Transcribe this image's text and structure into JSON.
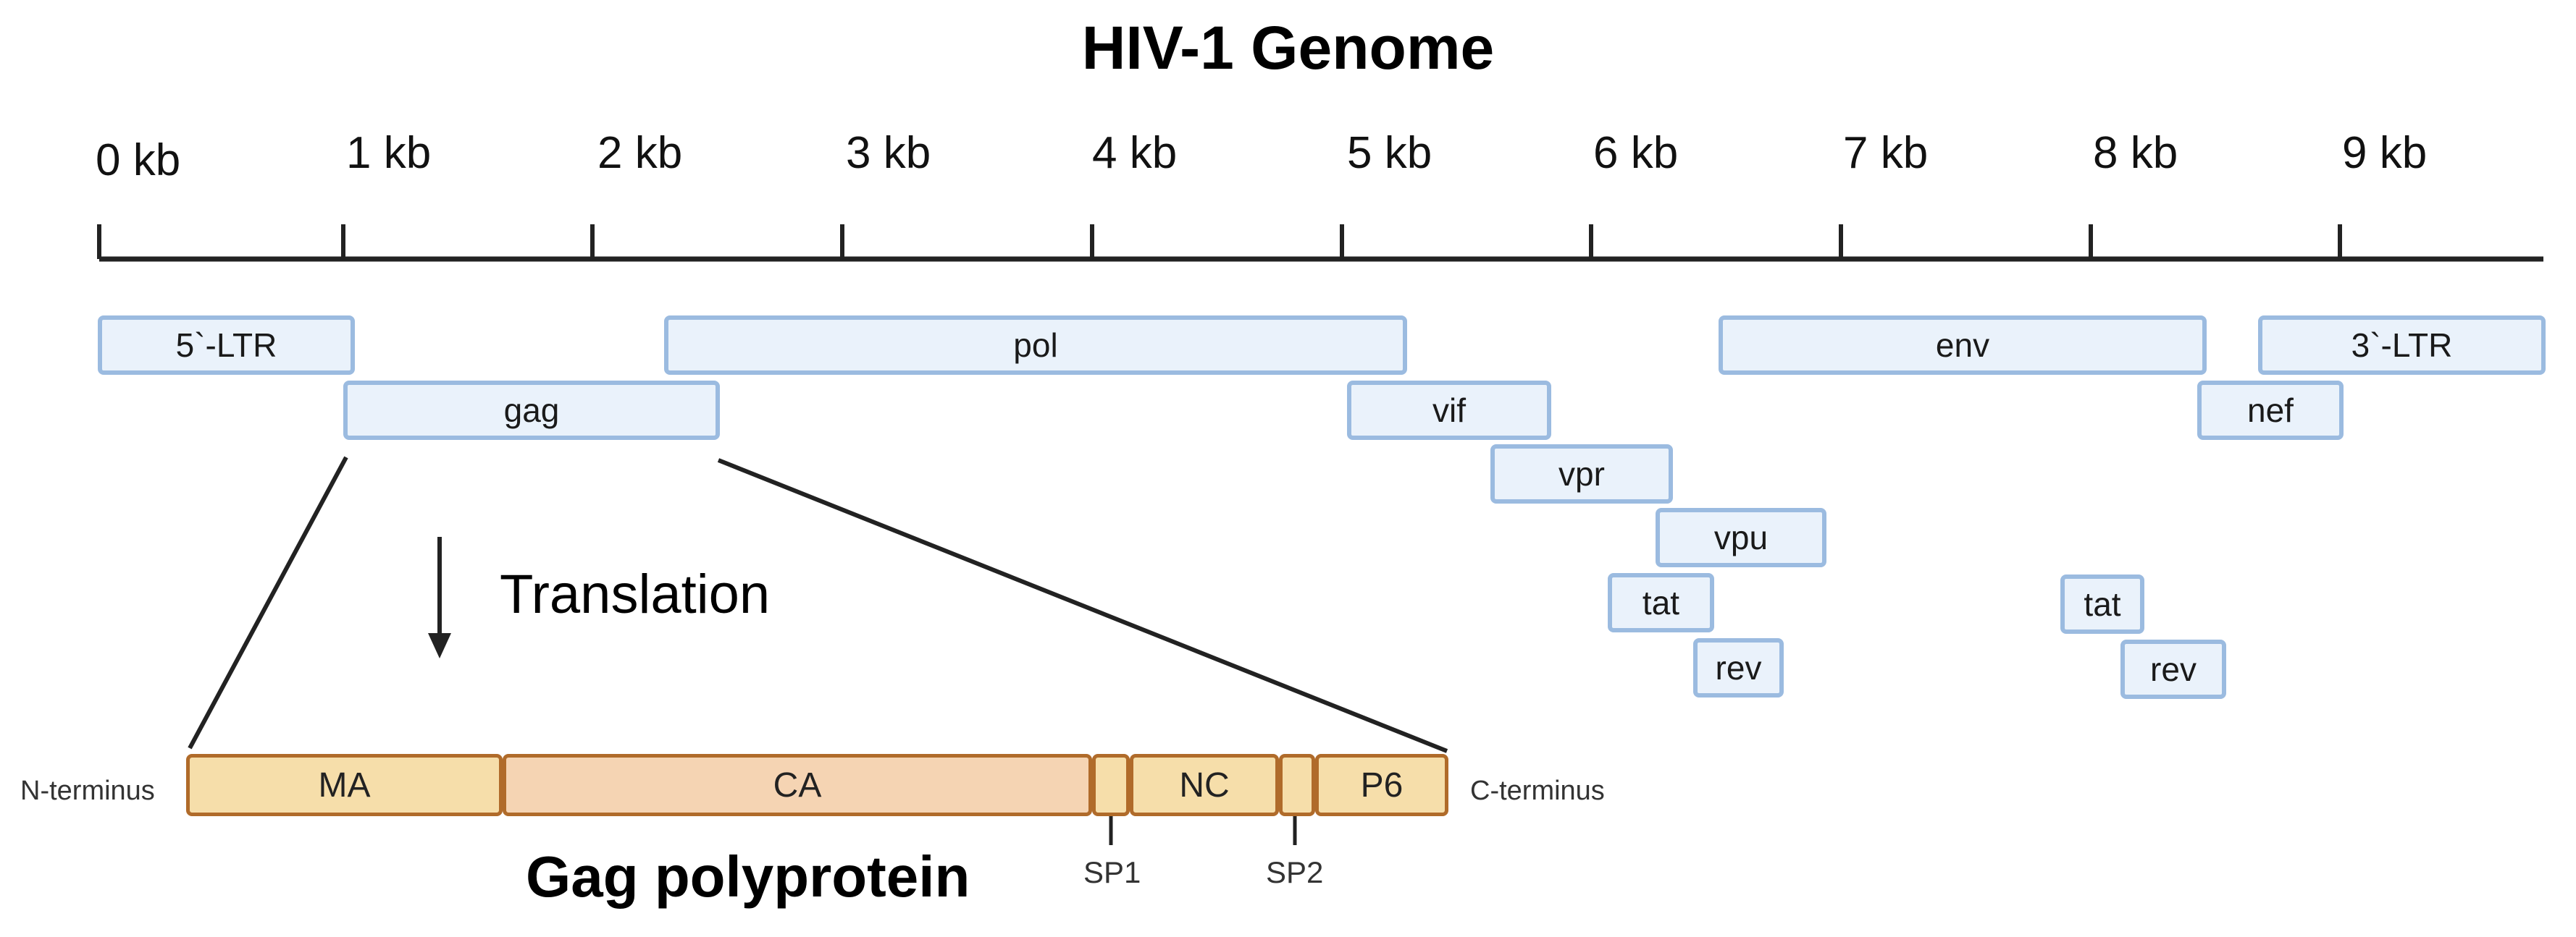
{
  "title": "HIV-1 Genome",
  "axis": {
    "ticks": [
      "0 kb",
      "1 kb",
      "2 kb",
      "3 kb",
      "4 kb",
      "5 kb",
      "6 kb",
      "7 kb",
      "8 kb",
      "9 kb"
    ]
  },
  "genes": {
    "ltr5": "5`-LTR",
    "gag": "gag",
    "pol": "pol",
    "vif": "vif",
    "vpr": "vpr",
    "vpu": "vpu",
    "tat1": "tat",
    "rev1": "rev",
    "env": "env",
    "nef": "nef",
    "ltr3": "3`-LTR",
    "tat2": "tat",
    "rev2": "rev"
  },
  "colors": {
    "gene_fill": "#eaf2fb",
    "gene_border": "#9bbbe0",
    "gag_fill": "#f6deaa",
    "ca_fill": "#f5d4b3",
    "gag_border": "#b06b2a"
  },
  "translation_label": "Translation",
  "gag_polyprotein": {
    "title": "Gag polyprotein",
    "n_terminus": "N-terminus",
    "c_terminus": "C-terminus",
    "segments": {
      "ma": "MA",
      "ca": "CA",
      "nc": "NC",
      "p6": "P6"
    },
    "sp1": "SP1",
    "sp2": "SP2"
  }
}
